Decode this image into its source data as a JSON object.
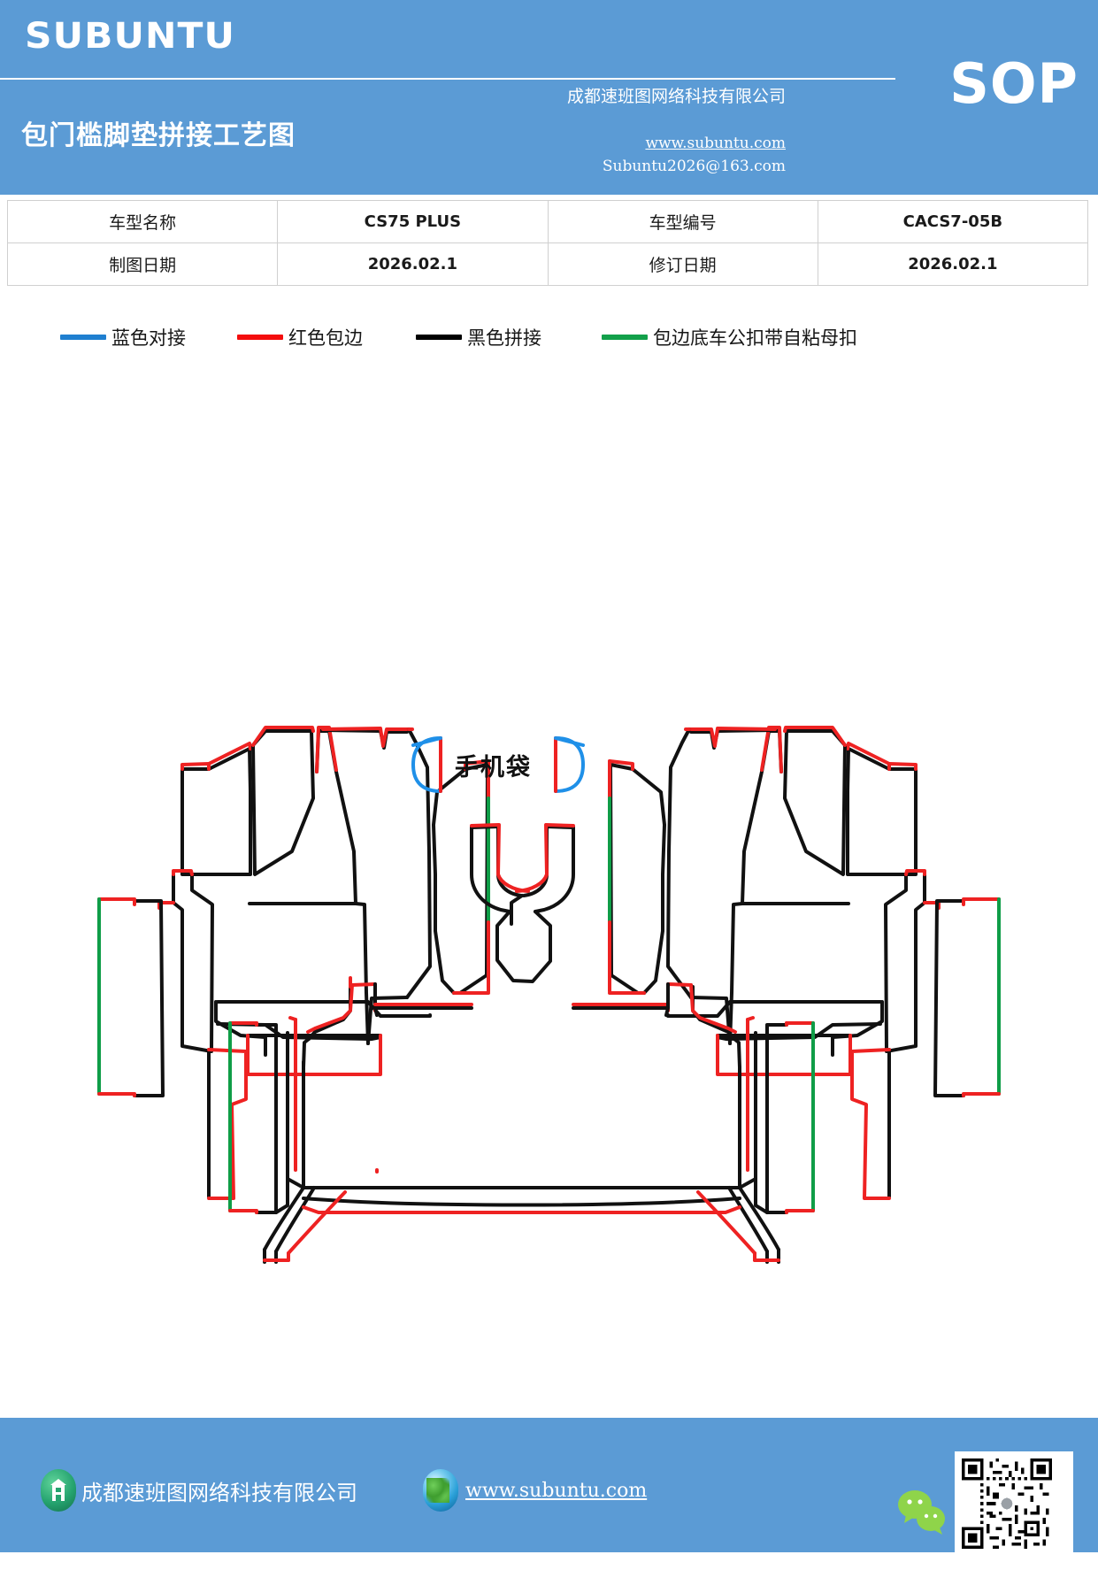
{
  "header": {
    "brand": "SUBUNTU",
    "sop_badge": "SOP",
    "doc_title": "包门槛脚垫拼接工艺图",
    "company": "成都速班图网络科技有限公司",
    "website": "www.subuntu.com",
    "email": "Subuntu2026@163.com"
  },
  "info_table": {
    "rows": [
      {
        "label1": "车型名称",
        "value1": "CS75 PLUS",
        "label2": "车型编号",
        "value2": "CACS7-05B"
      },
      {
        "label1": "制图日期",
        "value1": "2026.02.1",
        "label2": "修订日期",
        "value2": "2026.02.1"
      }
    ]
  },
  "legend": {
    "items": [
      {
        "label": "蓝色对接",
        "color": "#1f7fd0"
      },
      {
        "label": "红色包边",
        "color": "#f40d0d"
      },
      {
        "label": "黑色拼接",
        "color": "#000000"
      },
      {
        "label": "包边底车公扣带自粘母扣",
        "color": "#12a04a"
      }
    ]
  },
  "drawing": {
    "phone_pocket_label": "手机袋",
    "colors": {
      "blue": "#1f90e8",
      "red": "#ee2222",
      "black": "#111111",
      "green": "#0f9d47"
    }
  },
  "footer": {
    "company": "成都速班图网络科技有限公司",
    "website": "www.subuntu.com"
  }
}
